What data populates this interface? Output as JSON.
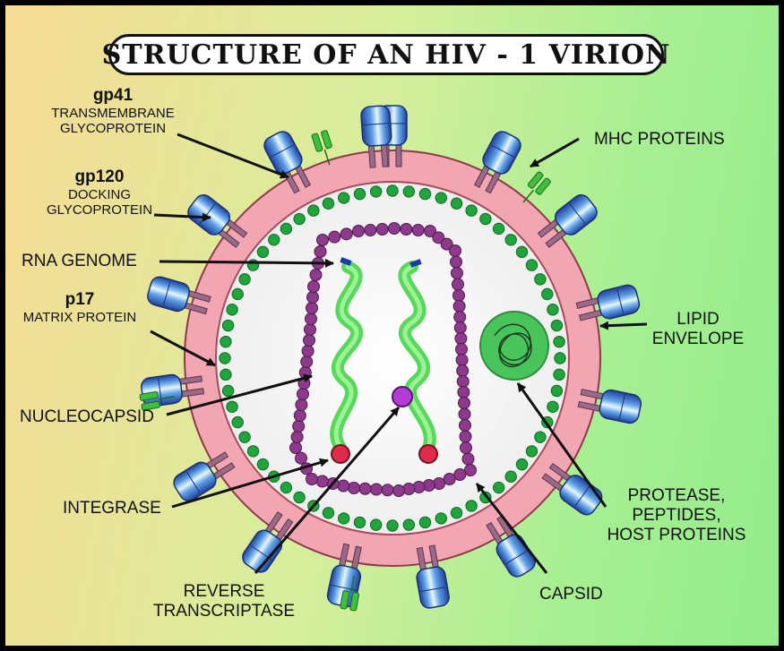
{
  "title": "STRUCTURE OF AN HIV - 1 VIRION",
  "labels": {
    "gp41_name": "gp41",
    "gp41_desc1": "TRANSMEMBRANE",
    "gp41_desc2": "GLYCOPROTEIN",
    "gp120_name": "gp120",
    "gp120_desc1": "DOCKING",
    "gp120_desc2": "GLYCOPROTEIN",
    "rna_genome": "RNA GENOME",
    "p17_name": "p17",
    "p17_desc": "MATRIX PROTEIN",
    "nucleocapsid": "NUCLEOCAPSID",
    "integrase": "INTEGRASE",
    "rt_line1": "REVERSE",
    "rt_line2": "TRANSCRIPTASE",
    "mhc": "MHC PROTEINS",
    "lipid1": "LIPID",
    "lipid2": "ENVELOPE",
    "protease1": "PROTEASE,",
    "protease2": "PEPTIDES,",
    "protease3": "HOST PROTEINS",
    "capsid": "CAPSID"
  },
  "colors": {
    "envelope": "#f2a6b2",
    "matrix_beads": "#1fa53c",
    "capsid_beads": "#8e3a8c",
    "rna": "#6fe063",
    "integrase": "#e02a4c",
    "reverse_transcriptase": "#b23cd6",
    "spike_cap": "#3d6ed0",
    "mhc": "#3fbf3f"
  }
}
